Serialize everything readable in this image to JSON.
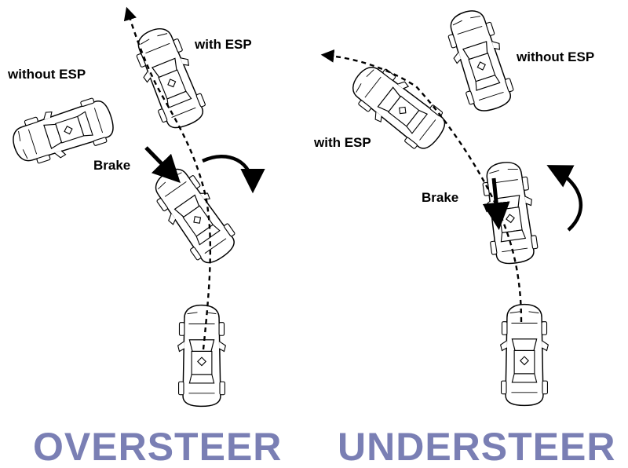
{
  "colors": {
    "ink": "#000000",
    "car_fill": "#ffffff",
    "title": "#7a7fb4"
  },
  "oversteer": {
    "title": "OVERSTEER",
    "labels": {
      "without_esp": "without ESP",
      "with_esp": "with ESP",
      "brake": "Brake"
    }
  },
  "understeer": {
    "title": "UNDERSTEER",
    "labels": {
      "without_esp": "without ESP",
      "with_esp": "with ESP",
      "brake": "Brake"
    }
  },
  "icons": {
    "car": "car-topview-icon",
    "path": "dashed-trajectory-arrow",
    "brake": "brake-arrow-icon",
    "rotation": "curved-rotation-arrow-icon"
  }
}
